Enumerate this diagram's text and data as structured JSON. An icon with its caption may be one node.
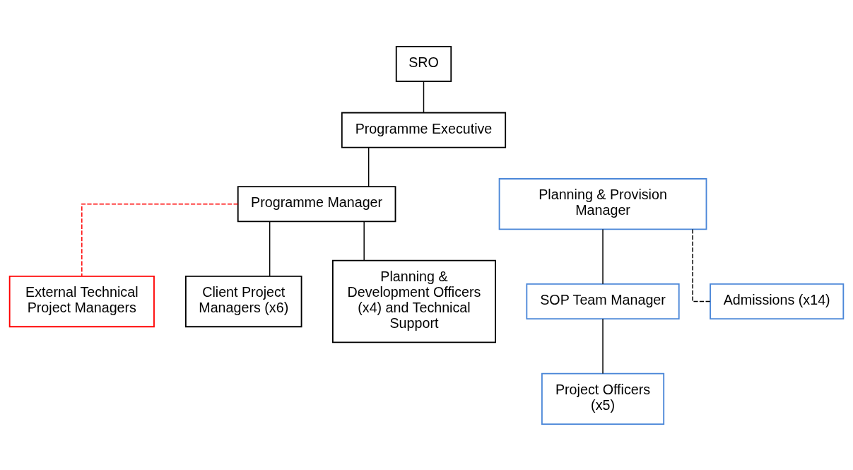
{
  "diagram": {
    "nodes": [
      {
        "text": [
          "SRO"
        ]
      },
      {
        "text": [
          "Programme Executive"
        ]
      },
      {
        "text": [
          "Programme Manager"
        ]
      },
      {
        "text": [
          "Planning & Provision Manager"
        ]
      },
      {
        "text": [
          "SOP Team Manager"
        ]
      },
      {
        "text": [
          "Admissions (x14)"
        ]
      },
      {
        "text": [
          "External Technical Project Managers"
        ]
      },
      {
        "text": [
          "Client Project Managers (x6)"
        ]
      },
      {
        "text": [
          "Planning & Development Officers (x4) and Technical Support"
        ]
      },
      {
        "text": [
          "Project Officers (x5)"
        ]
      }
    ],
    "edges": [
      {
        "from": 0,
        "to": 1,
        "arrow": "none"
      },
      {
        "from": 1,
        "to": 2,
        "arrow": "none"
      },
      {
        "from": 2,
        "to": 6,
        "arrow": "none",
        "style": "dashed",
        "color": "#ff0000"
      },
      {
        "from": 2,
        "to": 7,
        "arrow": "none"
      },
      {
        "from": 2,
        "to": 8,
        "arrow": "none"
      },
      {
        "from": 3,
        "to": 4,
        "arrow": "none"
      },
      {
        "from": 3,
        "to": 5,
        "arrow": "none",
        "style": "dashed"
      },
      {
        "from": 4,
        "to": 9,
        "arrow": "none"
      }
    ]
  }
}
